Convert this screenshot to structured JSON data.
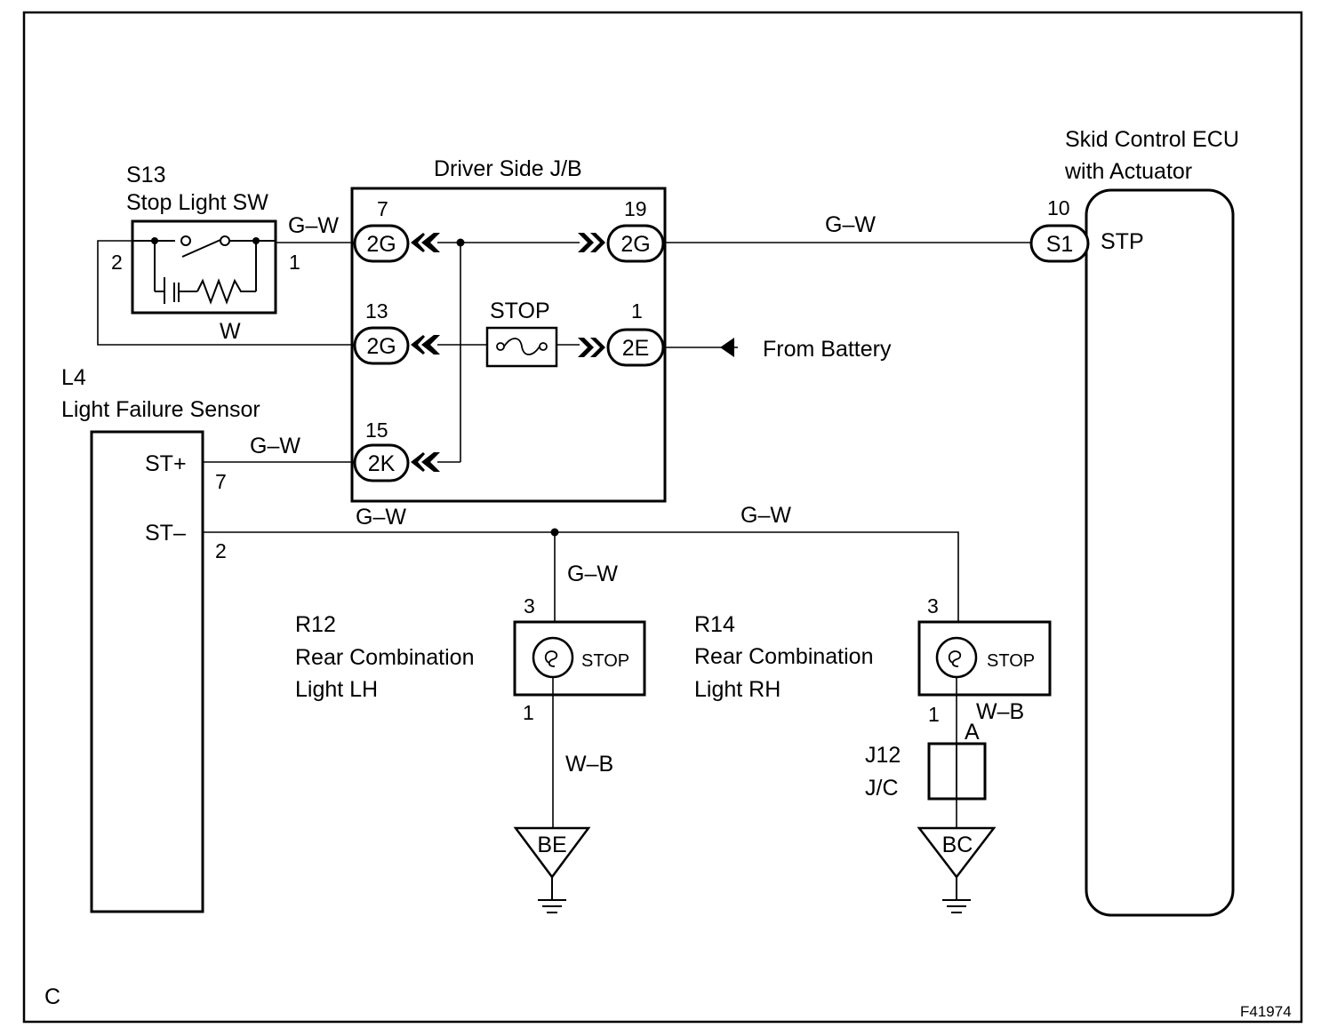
{
  "components": {
    "s13": {
      "code": "S13",
      "name": "Stop Light SW",
      "pin_left": "2",
      "pin_right": "1"
    },
    "jb": {
      "title": "Driver Side J/B",
      "fuse_label": "STOP",
      "pins": {
        "p7": "7",
        "p19": "19",
        "p13": "13",
        "p1": "1",
        "p15": "15"
      },
      "connectors": {
        "c7": "2G",
        "c19": "2G",
        "c13": "2G",
        "c1": "2E",
        "c15": "2K"
      }
    },
    "ecu": {
      "name_line1": "Skid Control ECU",
      "name_line2": "with Actuator",
      "pin": "10",
      "connector": "S1",
      "terminal": "STP"
    },
    "l4": {
      "code": "L4",
      "name": "Light Failure Sensor",
      "term_plus": "ST+",
      "term_minus": "ST–",
      "pin_plus": "7",
      "pin_minus": "2"
    },
    "r12": {
      "code": "R12",
      "name_line1": "Rear Combination",
      "name_line2": "Light LH",
      "bulb_label": "STOP",
      "pin_top": "3",
      "pin_bottom": "1"
    },
    "r14": {
      "code": "R14",
      "name_line1": "Rear Combination",
      "name_line2": "Light RH",
      "bulb_label": "STOP",
      "pin_top": "3",
      "pin_bottom": "1"
    },
    "j12": {
      "code": "J12",
      "name": "J/C",
      "pin": "A"
    },
    "ground_be": "BE",
    "ground_bc": "BC"
  },
  "wires": {
    "s13_to_jb": "G–W",
    "jb_to_ecu": "G–W",
    "s13_w": "W",
    "jb_to_l4": "G–W",
    "st_minus_left": "G–W",
    "st_minus_right": "G–W",
    "r12_feed": "G–W",
    "r12_ground": "W–B",
    "r14_ground": "W–B"
  },
  "labels": {
    "from_battery": "From Battery",
    "section": "C",
    "figure_id": "F41974"
  }
}
